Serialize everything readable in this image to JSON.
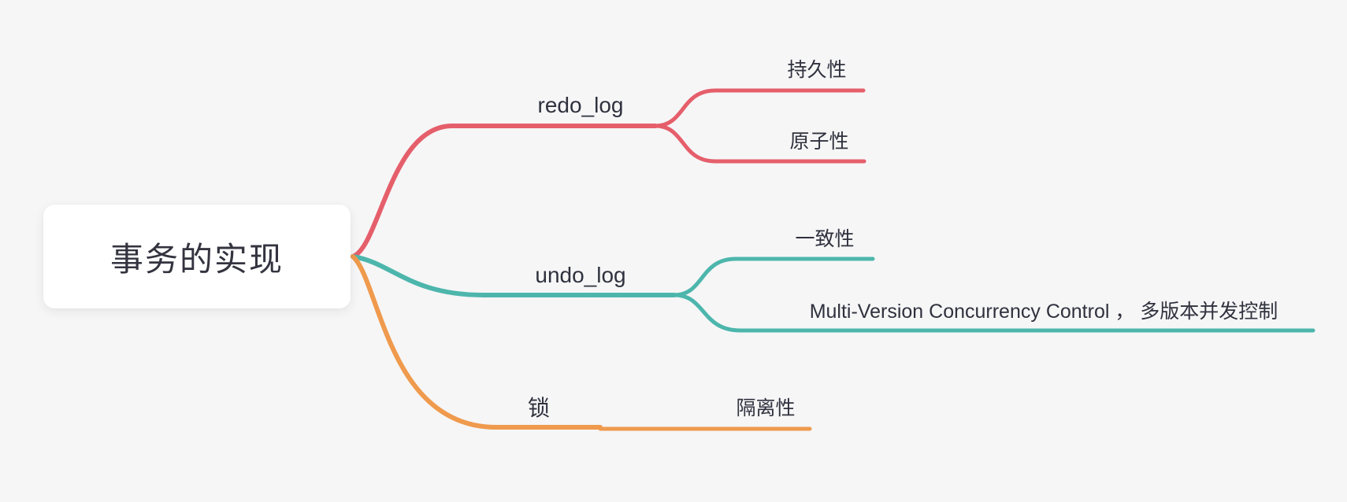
{
  "canvas": {
    "background": "#f6f6f7"
  },
  "root": {
    "label": "事务的实现",
    "bg_color": "#ffffff",
    "text_color": "#33343f"
  },
  "branches": [
    {
      "label": "redo_log",
      "color": "#e55f6b",
      "children": [
        {
          "label": "持久性"
        },
        {
          "label": "原子性"
        }
      ]
    },
    {
      "label": "undo_log",
      "color": "#4db6ac",
      "children": [
        {
          "label": "一致性"
        },
        {
          "label": "Multi-Version Concurrency Control ， 多版本并发控制"
        }
      ]
    },
    {
      "label": "锁",
      "color": "#ef9a4d",
      "children": [
        {
          "label": "隔离性"
        }
      ]
    }
  ]
}
